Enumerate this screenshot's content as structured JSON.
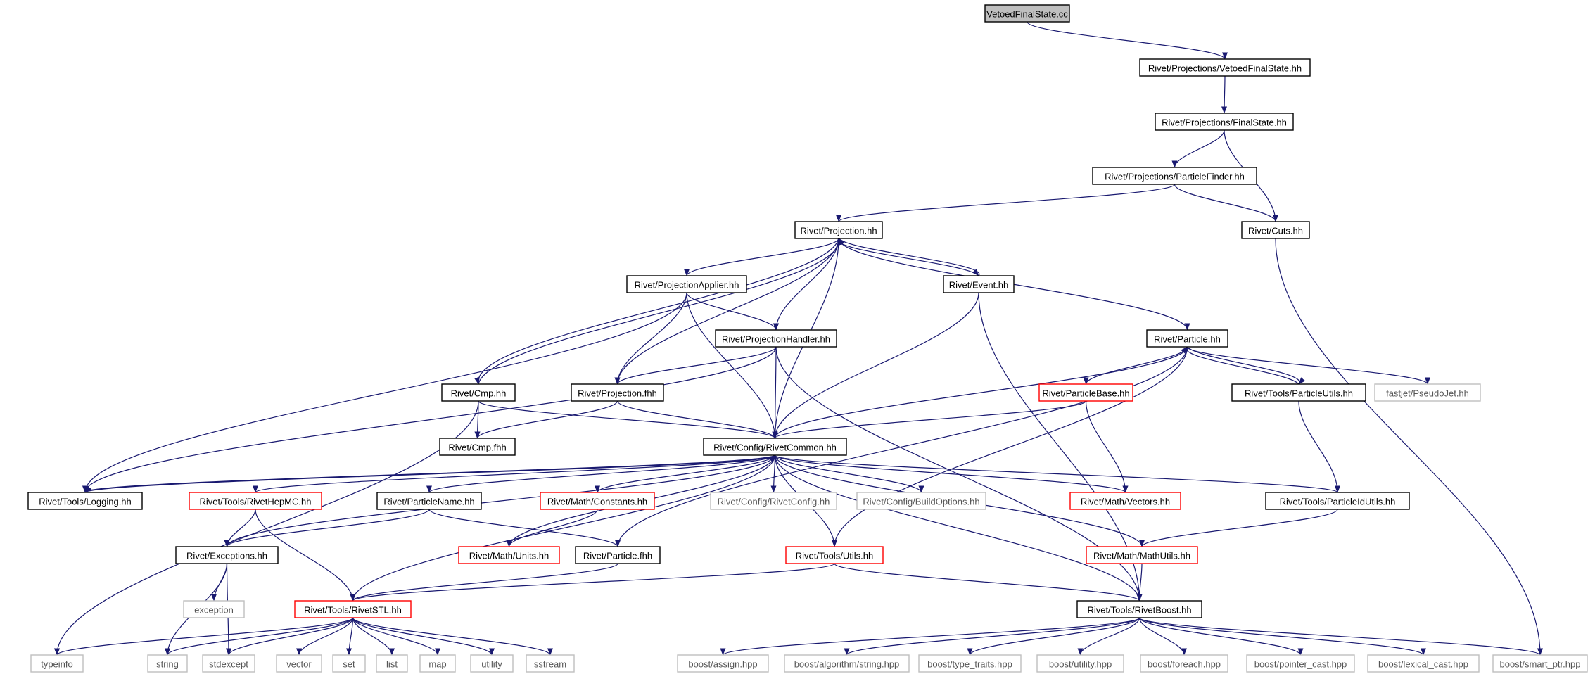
{
  "colors": {
    "edge": "#191970",
    "node_border_default": "#000000",
    "node_border_truncated": "#ff0000",
    "node_border_system": "#bfbfbf",
    "node_fill_root": "#bfbfbf",
    "node_text": "#000000",
    "node_text_system": "#555555"
  },
  "nodes": [
    {
      "id": "vetoedcc",
      "label": "VetoedFinalState.cc",
      "kind": "root"
    },
    {
      "id": "vetoedhh",
      "label": "Rivet/Projections/VetoedFinalState.hh",
      "kind": "default"
    },
    {
      "id": "finalstate",
      "label": "Rivet/Projections/FinalState.hh",
      "kind": "default"
    },
    {
      "id": "pfinder",
      "label": "Rivet/Projections/ParticleFinder.hh",
      "kind": "default"
    },
    {
      "id": "projection",
      "label": "Rivet/Projection.hh",
      "kind": "default"
    },
    {
      "id": "cuts",
      "label": "Rivet/Cuts.hh",
      "kind": "default"
    },
    {
      "id": "papplier",
      "label": "Rivet/ProjectionApplier.hh",
      "kind": "default"
    },
    {
      "id": "event",
      "label": "Rivet/Event.hh",
      "kind": "default"
    },
    {
      "id": "phandler",
      "label": "Rivet/ProjectionHandler.hh",
      "kind": "default"
    },
    {
      "id": "particle",
      "label": "Rivet/Particle.hh",
      "kind": "default"
    },
    {
      "id": "cmp",
      "label": "Rivet/Cmp.hh",
      "kind": "default"
    },
    {
      "id": "projfhh",
      "label": "Rivet/Projection.fhh",
      "kind": "default"
    },
    {
      "id": "pbase",
      "label": "Rivet/ParticleBase.hh",
      "kind": "truncated"
    },
    {
      "id": "putils",
      "label": "Rivet/Tools/ParticleUtils.hh",
      "kind": "default"
    },
    {
      "id": "pseudojet",
      "label": "fastjet/PseudoJet.hh",
      "kind": "system"
    },
    {
      "id": "cmpfhh",
      "label": "Rivet/Cmp.fhh",
      "kind": "default"
    },
    {
      "id": "common",
      "label": "Rivet/Config/RivetCommon.hh",
      "kind": "default"
    },
    {
      "id": "logging",
      "label": "Rivet/Tools/Logging.hh",
      "kind": "default"
    },
    {
      "id": "hepmc",
      "label": "Rivet/Tools/RivetHepMC.hh",
      "kind": "truncated"
    },
    {
      "id": "pname",
      "label": "Rivet/ParticleName.hh",
      "kind": "default"
    },
    {
      "id": "constants",
      "label": "Rivet/Math/Constants.hh",
      "kind": "truncated"
    },
    {
      "id": "rconfig",
      "label": "Rivet/Config/RivetConfig.hh",
      "kind": "system"
    },
    {
      "id": "boptions",
      "label": "Rivet/Config/BuildOptions.hh",
      "kind": "system"
    },
    {
      "id": "vectors",
      "label": "Rivet/Math/Vectors.hh",
      "kind": "truncated"
    },
    {
      "id": "pidutils",
      "label": "Rivet/Tools/ParticleIdUtils.hh",
      "kind": "default"
    },
    {
      "id": "exceptions",
      "label": "Rivet/Exceptions.hh",
      "kind": "default"
    },
    {
      "id": "units",
      "label": "Rivet/Math/Units.hh",
      "kind": "truncated"
    },
    {
      "id": "particlefhh",
      "label": "Rivet/Particle.fhh",
      "kind": "default"
    },
    {
      "id": "tutils",
      "label": "Rivet/Tools/Utils.hh",
      "kind": "truncated"
    },
    {
      "id": "mathutils",
      "label": "Rivet/Math/MathUtils.hh",
      "kind": "truncated"
    },
    {
      "id": "exception",
      "label": "exception",
      "kind": "system"
    },
    {
      "id": "rstl",
      "label": "Rivet/Tools/RivetSTL.hh",
      "kind": "truncated"
    },
    {
      "id": "rboost",
      "label": "Rivet/Tools/RivetBoost.hh",
      "kind": "default"
    },
    {
      "id": "typeinfo",
      "label": "typeinfo",
      "kind": "system"
    },
    {
      "id": "string",
      "label": "string",
      "kind": "system"
    },
    {
      "id": "stdexcept",
      "label": "stdexcept",
      "kind": "system"
    },
    {
      "id": "vector",
      "label": "vector",
      "kind": "system"
    },
    {
      "id": "set",
      "label": "set",
      "kind": "system"
    },
    {
      "id": "list",
      "label": "list",
      "kind": "system"
    },
    {
      "id": "map",
      "label": "map",
      "kind": "system"
    },
    {
      "id": "utility",
      "label": "utility",
      "kind": "system"
    },
    {
      "id": "sstream",
      "label": "sstream",
      "kind": "system"
    },
    {
      "id": "bassign",
      "label": "boost/assign.hpp",
      "kind": "system"
    },
    {
      "id": "balgo",
      "label": "boost/algorithm/string.hpp",
      "kind": "system"
    },
    {
      "id": "btype",
      "label": "boost/type_traits.hpp",
      "kind": "system"
    },
    {
      "id": "butil",
      "label": "boost/utility.hpp",
      "kind": "system"
    },
    {
      "id": "bforeach",
      "label": "boost/foreach.hpp",
      "kind": "system"
    },
    {
      "id": "bpointer",
      "label": "boost/pointer_cast.hpp",
      "kind": "system"
    },
    {
      "id": "blexical",
      "label": "boost/lexical_cast.hpp",
      "kind": "system"
    },
    {
      "id": "bsmart",
      "label": "boost/smart_ptr.hpp",
      "kind": "system"
    }
  ],
  "edges": [
    [
      "vetoedcc",
      "vetoedhh"
    ],
    [
      "vetoedhh",
      "finalstate"
    ],
    [
      "finalstate",
      "pfinder"
    ],
    [
      "finalstate",
      "cuts"
    ],
    [
      "pfinder",
      "projection"
    ],
    [
      "pfinder",
      "cuts"
    ],
    [
      "cuts",
      "bsmart"
    ],
    [
      "projection",
      "papplier"
    ],
    [
      "projection",
      "event"
    ],
    [
      "projection",
      "phandler"
    ],
    [
      "projection",
      "particle"
    ],
    [
      "projection",
      "cmp"
    ],
    [
      "projection",
      "projfhh"
    ],
    [
      "projection",
      "common"
    ],
    [
      "papplier",
      "phandler"
    ],
    [
      "papplier",
      "projfhh"
    ],
    [
      "papplier",
      "common"
    ],
    [
      "papplier",
      "logging"
    ],
    [
      "event",
      "projection"
    ],
    [
      "event",
      "common"
    ],
    [
      "event",
      "rboost"
    ],
    [
      "phandler",
      "projfhh"
    ],
    [
      "phandler",
      "common"
    ],
    [
      "phandler",
      "logging"
    ],
    [
      "phandler",
      "rboost"
    ],
    [
      "particle",
      "pbase"
    ],
    [
      "particle",
      "putils"
    ],
    [
      "particle",
      "pseudojet"
    ],
    [
      "particle",
      "common"
    ],
    [
      "particle",
      "particlefhh"
    ],
    [
      "particle",
      "tutils"
    ],
    [
      "cmp",
      "projection"
    ],
    [
      "cmp",
      "cmpfhh"
    ],
    [
      "cmp",
      "common"
    ],
    [
      "cmp",
      "typeinfo"
    ],
    [
      "projfhh",
      "cmpfhh"
    ],
    [
      "projfhh",
      "common"
    ],
    [
      "pbase",
      "common"
    ],
    [
      "pbase",
      "vectors"
    ],
    [
      "putils",
      "particle"
    ],
    [
      "putils",
      "pidutils"
    ],
    [
      "common",
      "logging"
    ],
    [
      "common",
      "hepmc"
    ],
    [
      "common",
      "pname"
    ],
    [
      "common",
      "constants"
    ],
    [
      "common",
      "rconfig"
    ],
    [
      "common",
      "boptions"
    ],
    [
      "common",
      "vectors"
    ],
    [
      "common",
      "pidutils"
    ],
    [
      "common",
      "exceptions"
    ],
    [
      "common",
      "units"
    ],
    [
      "common",
      "tutils"
    ],
    [
      "common",
      "mathutils"
    ],
    [
      "common",
      "rstl"
    ],
    [
      "common",
      "rboost"
    ],
    [
      "logging",
      "common"
    ],
    [
      "hepmc",
      "exceptions"
    ],
    [
      "hepmc",
      "rstl"
    ],
    [
      "pname",
      "exceptions"
    ],
    [
      "pname",
      "particlefhh"
    ],
    [
      "constants",
      "units"
    ],
    [
      "pidutils",
      "mathutils"
    ],
    [
      "exceptions",
      "exception"
    ],
    [
      "exceptions",
      "string"
    ],
    [
      "exceptions",
      "stdexcept"
    ],
    [
      "particlefhh",
      "rstl"
    ],
    [
      "tutils",
      "rstl"
    ],
    [
      "tutils",
      "rboost"
    ],
    [
      "mathutils",
      "rboost"
    ],
    [
      "rstl",
      "typeinfo"
    ],
    [
      "rstl",
      "string"
    ],
    [
      "rstl",
      "stdexcept"
    ],
    [
      "rstl",
      "vector"
    ],
    [
      "rstl",
      "set"
    ],
    [
      "rstl",
      "list"
    ],
    [
      "rstl",
      "map"
    ],
    [
      "rstl",
      "utility"
    ],
    [
      "rstl",
      "sstream"
    ],
    [
      "rboost",
      "bassign"
    ],
    [
      "rboost",
      "balgo"
    ],
    [
      "rboost",
      "btype"
    ],
    [
      "rboost",
      "butil"
    ],
    [
      "rboost",
      "bforeach"
    ],
    [
      "rboost",
      "bpointer"
    ],
    [
      "rboost",
      "blexical"
    ],
    [
      "rboost",
      "bsmart"
    ]
  ]
}
